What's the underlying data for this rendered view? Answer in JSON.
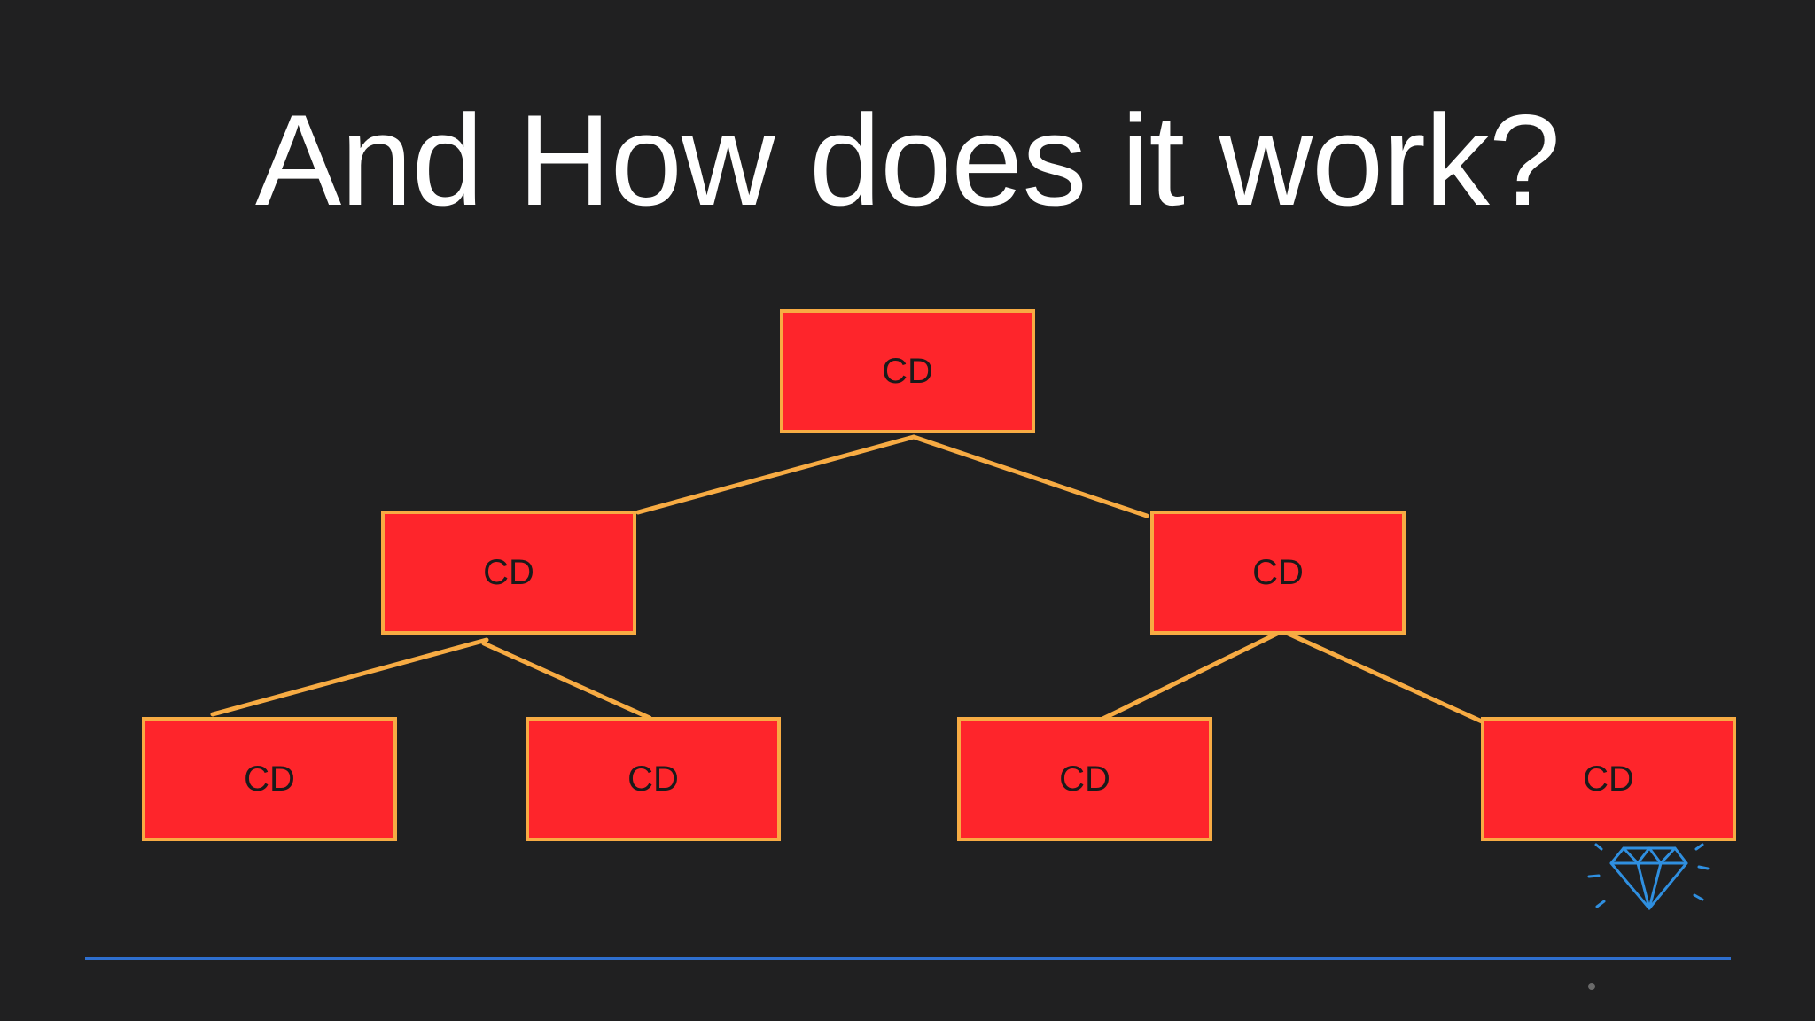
{
  "slide": {
    "title": "And How does it work?"
  },
  "tree": {
    "nodes": [
      {
        "id": "root",
        "label": "CD"
      },
      {
        "id": "left",
        "label": "CD"
      },
      {
        "id": "right",
        "label": "CD"
      },
      {
        "id": "left-left",
        "label": "CD"
      },
      {
        "id": "left-right",
        "label": "CD"
      },
      {
        "id": "right-left",
        "label": "CD"
      },
      {
        "id": "right-right",
        "label": "CD"
      }
    ],
    "edges": [
      {
        "from": "root",
        "to": "left"
      },
      {
        "from": "root",
        "to": "right"
      },
      {
        "from": "left",
        "to": "left-left"
      },
      {
        "from": "left",
        "to": "left-right"
      },
      {
        "from": "right",
        "to": "right-left"
      },
      {
        "from": "right",
        "to": "right-right"
      }
    ]
  },
  "colors": {
    "background": "#202021",
    "node_fill": "#fe252b",
    "node_border": "#f7ab43",
    "edge": "#f7ab43",
    "footer_rule": "#2e6fcf",
    "logo": "#2f8fe0"
  },
  "icons": {
    "logo": "diamond-icon"
  }
}
